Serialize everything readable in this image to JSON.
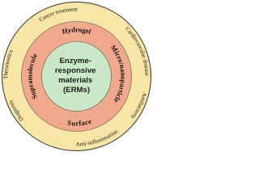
{
  "center": {
    "lines": [
      "Enzyme-",
      "responsive",
      "materials",
      "(ERMs)"
    ]
  },
  "middle_ring": {
    "hydrogel": "Hydrogel",
    "microparticle": "Micro/nanoparticle",
    "surface": "Surface",
    "supramolecule": "Supramolecule"
  },
  "outer_ring": {
    "cancer_treatment": "Cancer treatment",
    "cardiovascular_disease": "Cardiovascular disease",
    "antibacteria": "Antibacteria",
    "anti_inflammation": "Anti-inflammation",
    "diagnosis": "Diagnosis",
    "theranostics": "Theranostics"
  },
  "colors": {
    "outer_ring": "#f7e6a6",
    "middle_ring": "#f0a98c",
    "center": "#c8e8c6",
    "outline": "#333333"
  }
}
